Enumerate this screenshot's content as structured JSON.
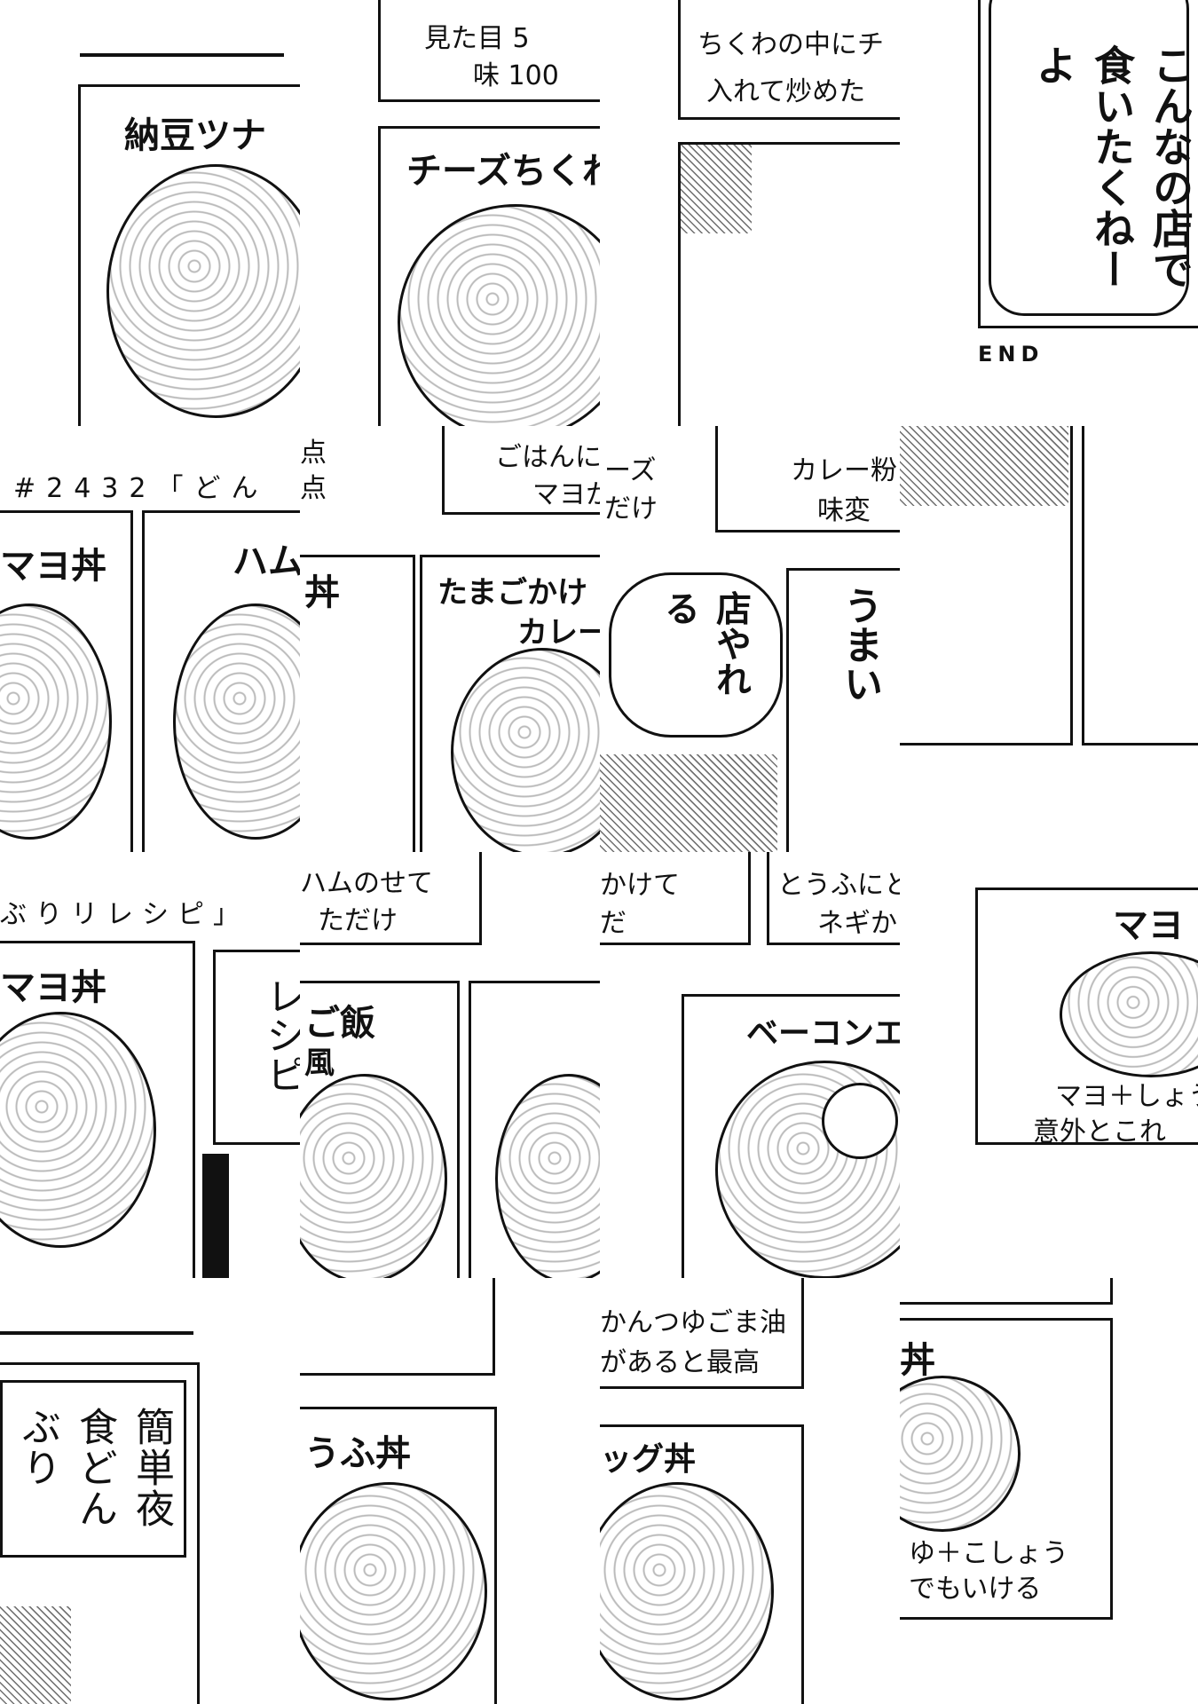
{
  "tiles": {
    "r1c1": {
      "title": "納豆ツナ"
    },
    "r1c2": {
      "line1": "見た目 5",
      "line2": "味 100",
      "title": "チーズちくわ"
    },
    "r1c3": {
      "line1": "ちくわの中にチ",
      "line2": "入れて炒めた"
    },
    "r1c4": {
      "bubble": "こんなの店で食いたくねーよ",
      "end": "END"
    },
    "r2c1": {
      "header": "#2432「どん",
      "title1": "マヨ丼",
      "title2": "ハム"
    },
    "r2c2": {
      "top1": "点",
      "top2": "点",
      "note1": "ごはんに",
      "note2": "マヨか",
      "title1": "丼",
      "title2": "たまごかけ",
      "title3": "カレー"
    },
    "r2c3": {
      "top1": "ーズ",
      "top2": "だけ",
      "note1": "カレー粉",
      "note2": "味変",
      "bubble1": "店やれる",
      "bubble2": "うまい"
    },
    "r3c1": {
      "header": "ぶりリレシピ」",
      "title": "マヨ丼",
      "caption": "レシピ"
    },
    "r3c2": {
      "top1": "ハムのせて",
      "top2": "ただけ",
      "title1": "ご飯",
      "title2": "風"
    },
    "r3c3": {
      "top1": "かけて",
      "top2": "だ",
      "note1": "とうふにと",
      "note2": "ネギか",
      "title": "ベーコンエ"
    },
    "r3c4": {
      "title": "マヨ",
      "note1": "マヨ＋しょう",
      "note2": "意外とこれ"
    },
    "r4c1": {
      "caption": "簡単夜食どんぶり"
    },
    "r4c2": {
      "title": "うふ丼"
    },
    "r4c3": {
      "note1": "かんつゆごま油",
      "note2": "があると最高",
      "title": "ッグ丼"
    },
    "r4c4": {
      "title": "丼",
      "note1": "ゆ＋こしょう",
      "note2": "でもいける"
    }
  }
}
